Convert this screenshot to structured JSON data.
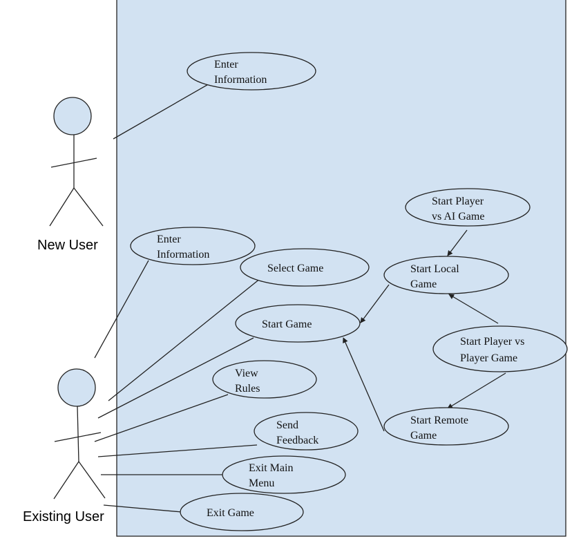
{
  "diagram": {
    "boundary_fill": "#d2e2f2",
    "use_case_fill": "#d2e2f2",
    "actors": [
      {
        "id": "new-user",
        "label": "New User"
      },
      {
        "id": "existing-user",
        "label": "Existing User"
      }
    ],
    "use_cases": [
      {
        "id": "enter-info-new",
        "lines": [
          "Enter",
          "Information"
        ]
      },
      {
        "id": "enter-info-existing",
        "lines": [
          "Enter",
          "Information"
        ]
      },
      {
        "id": "select-game",
        "lines": [
          "Select Game"
        ]
      },
      {
        "id": "start-game",
        "lines": [
          "Start Game"
        ]
      },
      {
        "id": "view-rules",
        "lines": [
          "View",
          "Rules"
        ]
      },
      {
        "id": "send-feedback",
        "lines": [
          "Send",
          "Feedback"
        ]
      },
      {
        "id": "exit-main-menu",
        "lines": [
          "Exit Main",
          "Menu"
        ]
      },
      {
        "id": "exit-game",
        "lines": [
          "Exit Game"
        ]
      },
      {
        "id": "start-local-game",
        "lines": [
          "Start Local",
          "Game"
        ]
      },
      {
        "id": "start-remote-game",
        "lines": [
          "Start Remote",
          "Game"
        ]
      },
      {
        "id": "start-pvai-game",
        "lines": [
          "Start Player",
          "vs AI Game"
        ]
      },
      {
        "id": "start-pvp-game",
        "lines": [
          "Start Player vs",
          "Player Game"
        ]
      }
    ]
  }
}
